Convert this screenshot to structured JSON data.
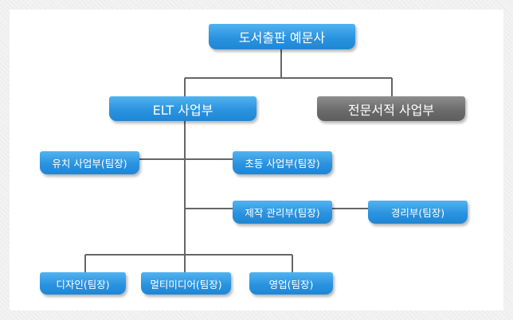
{
  "org_chart": {
    "root": "도서출판 예문사",
    "divisions": {
      "elt": "ELT 사업부",
      "specialized": "전문서적 사업부"
    },
    "elt_teams": {
      "kindergarten": "유치 사업부(팀장)",
      "elementary": "초등 사업부(팀장)",
      "production": "제작 관리부(팀장)",
      "accounting": "경리부(팀장)",
      "design": "디자인(팀장)",
      "multimedia": "멀티미디어(팀장)",
      "sales": "영업(팀장)"
    }
  },
  "colors": {
    "box_blue": "#2a93e0",
    "box_gray": "#6c6c6c",
    "connector": "#666666",
    "background_pattern": "#f3f3f3"
  }
}
